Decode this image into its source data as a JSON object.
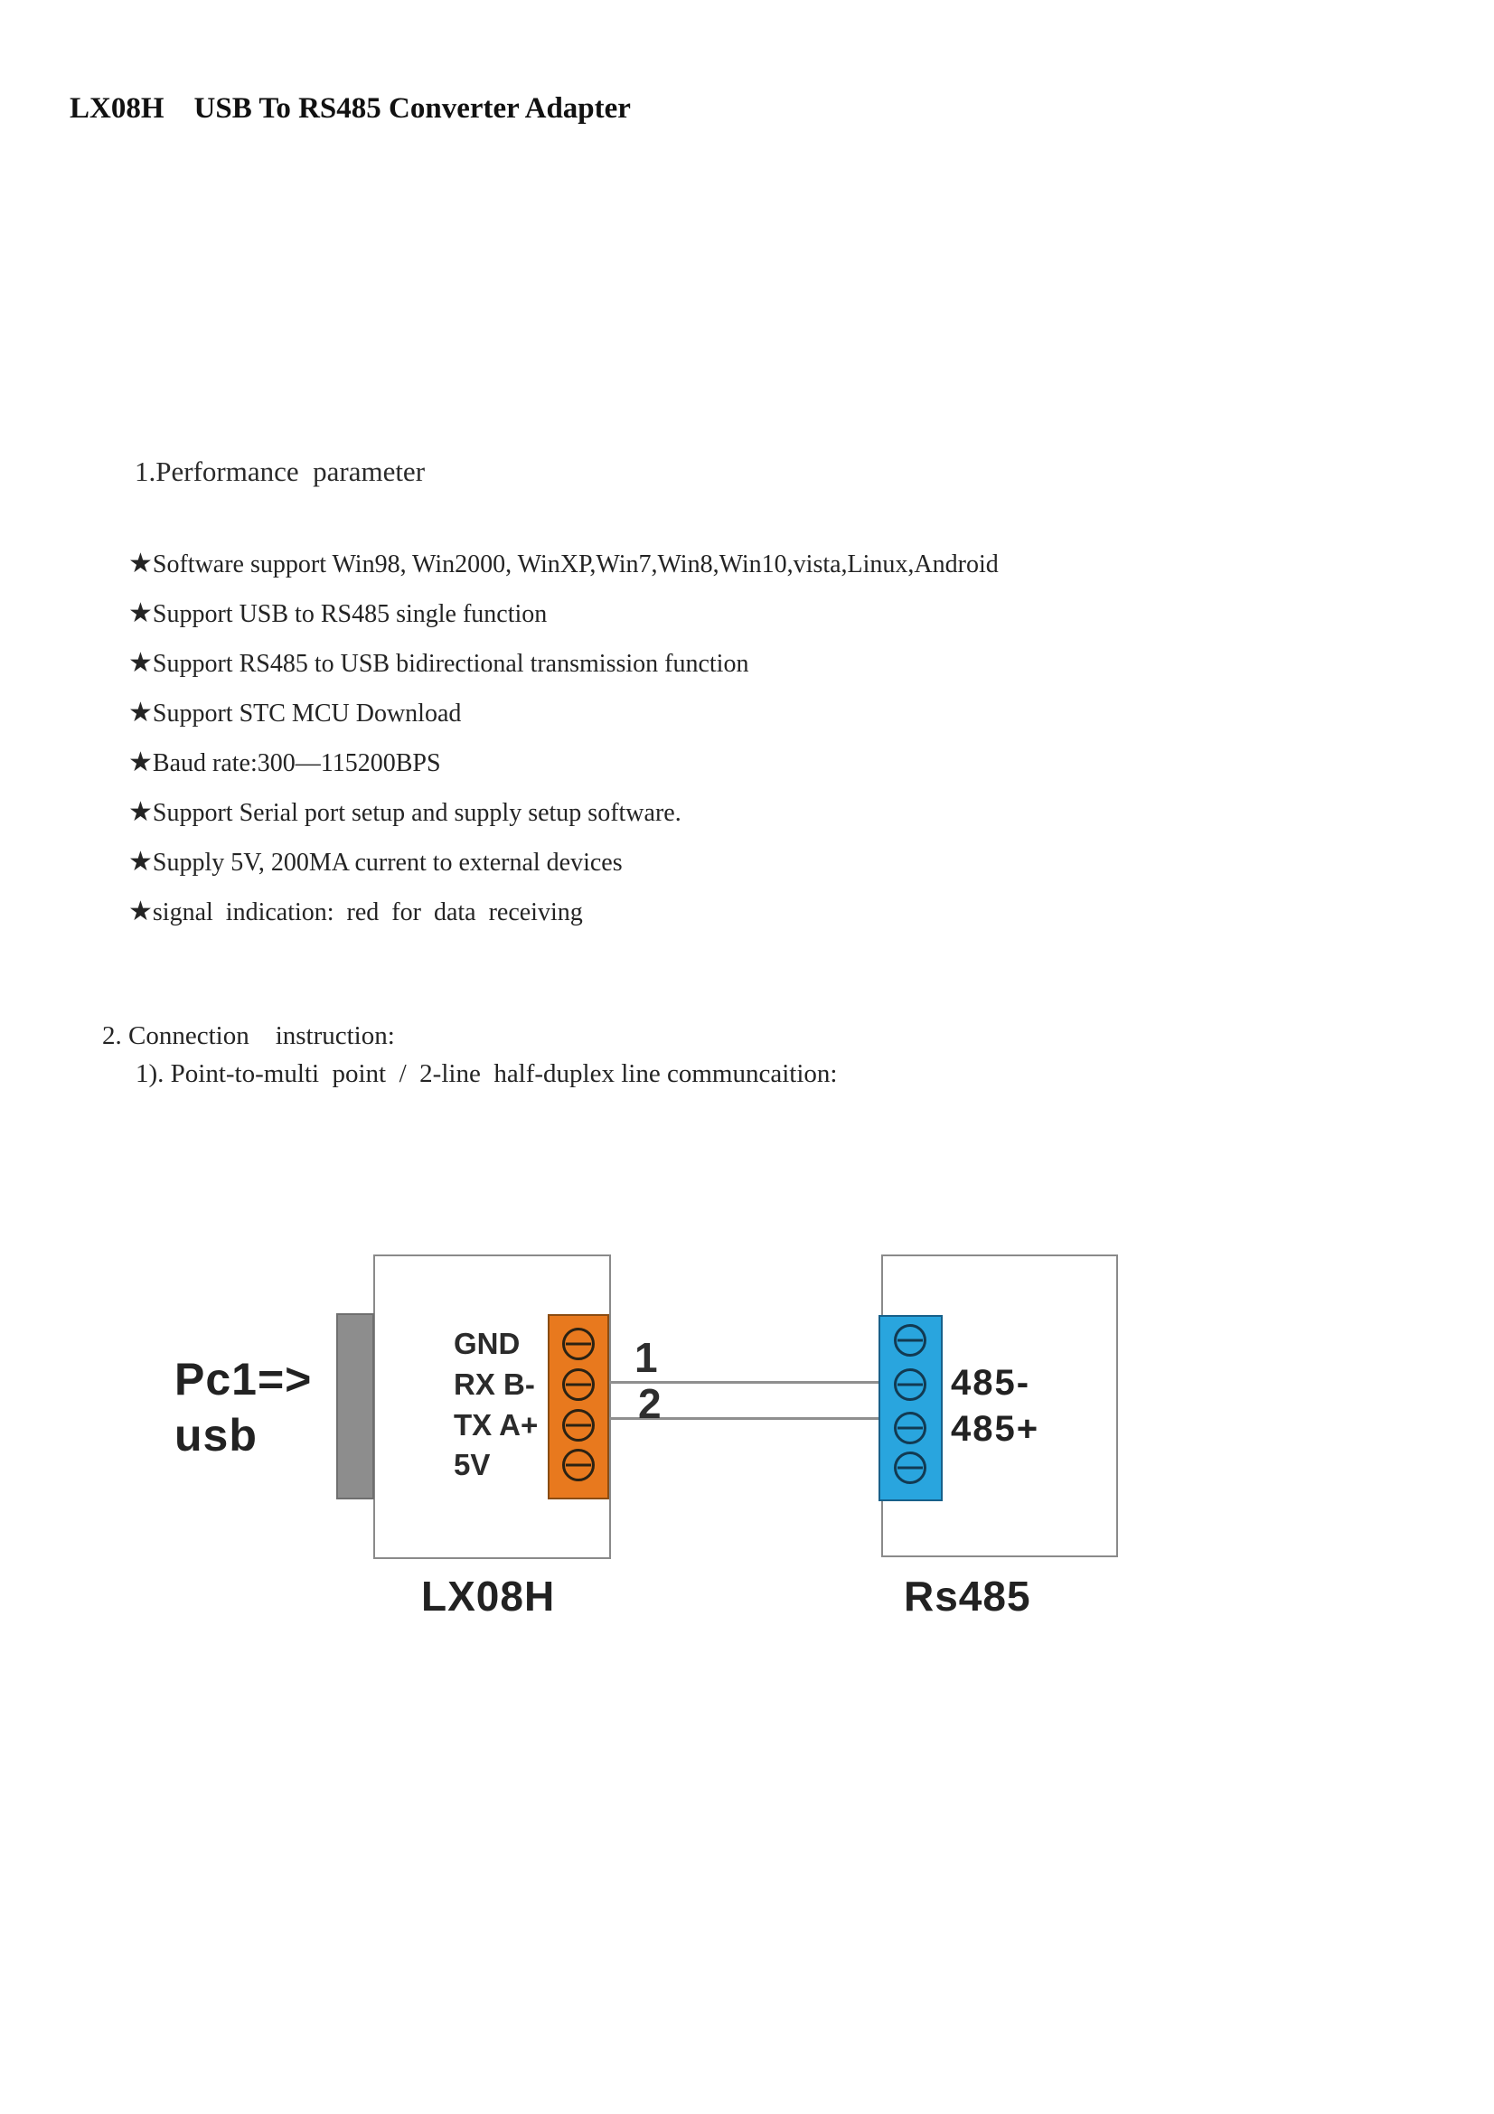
{
  "title": "LX08H    USB To RS485 Converter Adapter",
  "performance": {
    "heading": "1.Performance  parameter",
    "bullet_glyph": "★",
    "bullets": [
      "Software support Win98, Win2000, WinXP,Win7,Win8,Win10,vista,Linux,Android",
      "Support USB to RS485 single function",
      "Support RS485 to USB bidirectional transmission function",
      "Support STC MCU Download",
      "Baud rate:300—115200BPS",
      "Support Serial port setup and supply setup software.",
      "Supply 5V, 200MA current to external devices",
      "signal  indication:  red  for  data  receiving"
    ]
  },
  "connection": {
    "heading": "2. Connection    instruction:",
    "subheading": "1). Point-to-multi  point  /  2-line  half-duplex line communcaition:"
  },
  "diagram": {
    "pc_line1": "Pc1=>",
    "pc_line2": "usb",
    "pin_labels": [
      "GND",
      "RX B-",
      "TX A+",
      "5V"
    ],
    "wire_labels": [
      "1",
      "2"
    ],
    "rs485_pins": [
      "485-",
      "485+"
    ],
    "device_left": "LX08H",
    "device_right": "Rs485",
    "colors": {
      "terminal_orange": "#E8791E",
      "terminal_blue": "#29A5DE",
      "usb_connector_gray": "#8D8D8D",
      "wire_gray": "#8F8F8F"
    }
  }
}
